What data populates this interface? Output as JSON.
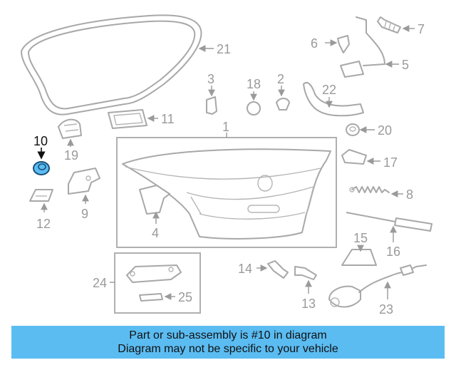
{
  "callouts": [
    "1",
    "2",
    "3",
    "4",
    "5",
    "6",
    "7",
    "8",
    "9",
    "10",
    "11",
    "12",
    "13",
    "14",
    "15",
    "16",
    "17",
    "18",
    "19",
    "20",
    "21",
    "22",
    "23",
    "24",
    "25"
  ],
  "highlighted_part": "10",
  "highlight_color": "#5bbcf2",
  "caption": {
    "line1": "Part or sub-assembly is #10 in diagram",
    "line2": "Diagram may not be specific to your vehicle",
    "background": "#5bbcf2"
  }
}
